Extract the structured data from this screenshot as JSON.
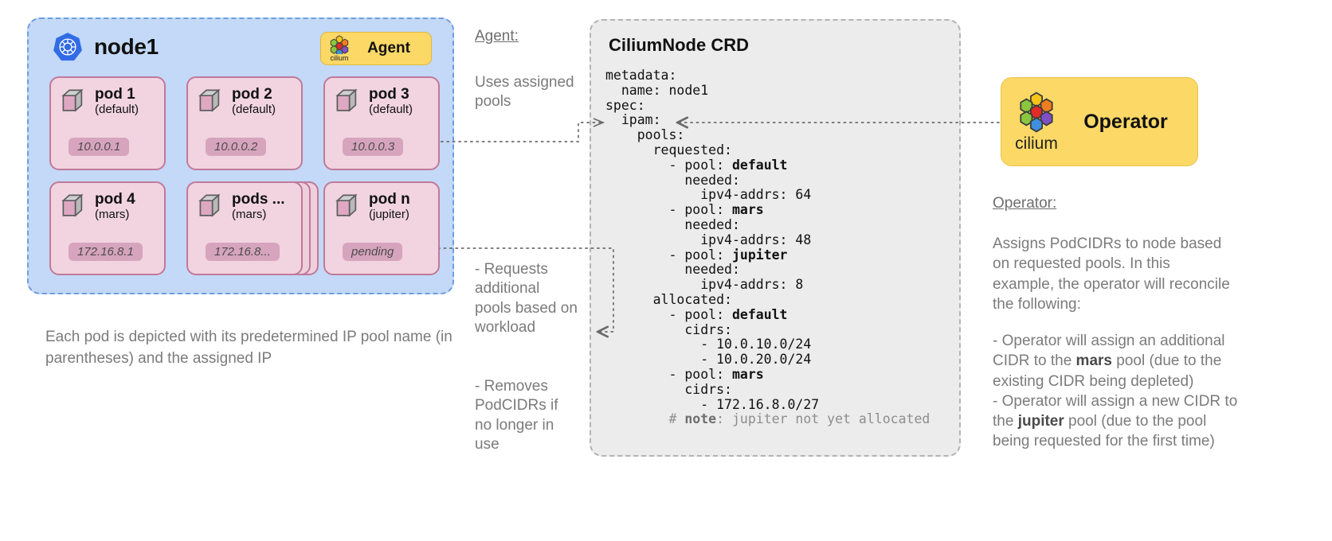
{
  "node": {
    "title": "node1",
    "logo_icon": "kubernetes-icon",
    "agent": {
      "label": "Agent",
      "brand": "cilium",
      "logo_icon": "cilium-logo-icon"
    },
    "pods": [
      {
        "name": "pod 1",
        "pool": "(default)",
        "ip": "10.0.0.1",
        "stacked": false
      },
      {
        "name": "pod 2",
        "pool": "(default)",
        "ip": "10.0.0.2",
        "stacked": false
      },
      {
        "name": "pod 3",
        "pool": "(default)",
        "ip": "10.0.0.3",
        "stacked": false
      },
      {
        "name": "pod 4",
        "pool": "(mars)",
        "ip": "172.16.8.1",
        "stacked": false
      },
      {
        "name": "pods ...",
        "pool": "(mars)",
        "ip": "172.16.8...",
        "stacked": true
      },
      {
        "name": "pod n",
        "pool": "(jupiter)",
        "ip": "pending",
        "stacked": false
      }
    ],
    "caption": "Each pod is depicted with its predetermined IP pool name (in parentheses) and the assigned IP"
  },
  "agent_notes": {
    "title": "Agent:",
    "note_uses": "Uses assigned pools",
    "note_requests": "- Requests additional pools based on workload",
    "note_removes": "- Removes PodCIDRs if no longer in use"
  },
  "crd": {
    "title": "CiliumNode CRD",
    "yaml_lines": [
      {
        "text": "metadata:"
      },
      {
        "text": "  name: node1"
      },
      {
        "text": "spec:"
      },
      {
        "text": "  ipam:"
      },
      {
        "text": "    pools:"
      },
      {
        "text": "      requested:"
      },
      {
        "text": "        - pool: ",
        "bold": "default"
      },
      {
        "text": "          needed:"
      },
      {
        "text": "            ipv4-addrs: 64"
      },
      {
        "text": "        - pool: ",
        "bold": "mars"
      },
      {
        "text": "          needed:"
      },
      {
        "text": "            ipv4-addrs: 48"
      },
      {
        "text": "        - pool: ",
        "bold": "jupiter"
      },
      {
        "text": "          needed:"
      },
      {
        "text": "            ipv4-addrs: 8"
      },
      {
        "text": "      allocated:"
      },
      {
        "text": "        - pool: ",
        "bold": "default"
      },
      {
        "text": "          cidrs:"
      },
      {
        "text": "            - 10.0.10.0/24"
      },
      {
        "text": "            - 10.0.20.0/24"
      },
      {
        "text": "        - pool: ",
        "bold": "mars"
      },
      {
        "text": "          cidrs:"
      },
      {
        "text": "            - 172.16.8.0/27"
      },
      {
        "comment": true,
        "text": "        # ",
        "bold": "note",
        "tail": ": jupiter not yet allocated"
      }
    ]
  },
  "operator": {
    "label": "Operator",
    "brand": "cilium",
    "logo_icon": "cilium-logo-icon",
    "title": "Operator:",
    "paragraph": "Assigns PodCIDRs to node based on requested pools. In this example, the operator will reconcile the following:",
    "bullets": [
      {
        "pre": "- Operator will assign an additional CIDR to the ",
        "bold": "mars",
        "post": " pool (due to the existing CIDR being depleted)"
      },
      {
        "pre": "- Operator will assign a new CIDR to the ",
        "bold": "jupiter",
        "post": " pool (due to the pool being requested for the first time)"
      }
    ]
  },
  "colors": {
    "node_fill": "#c3d9f7",
    "node_border": "#6f9de0",
    "pod_fill": "#f1d4e0",
    "pod_border": "#c1799a",
    "ip_chip": "#d7a4bd",
    "accent_yellow": "#fcd966",
    "crd_fill": "#ececec",
    "crd_border": "#b4b4b4",
    "text_muted": "#7b7b7b",
    "k8s_blue": "#326ce5"
  }
}
